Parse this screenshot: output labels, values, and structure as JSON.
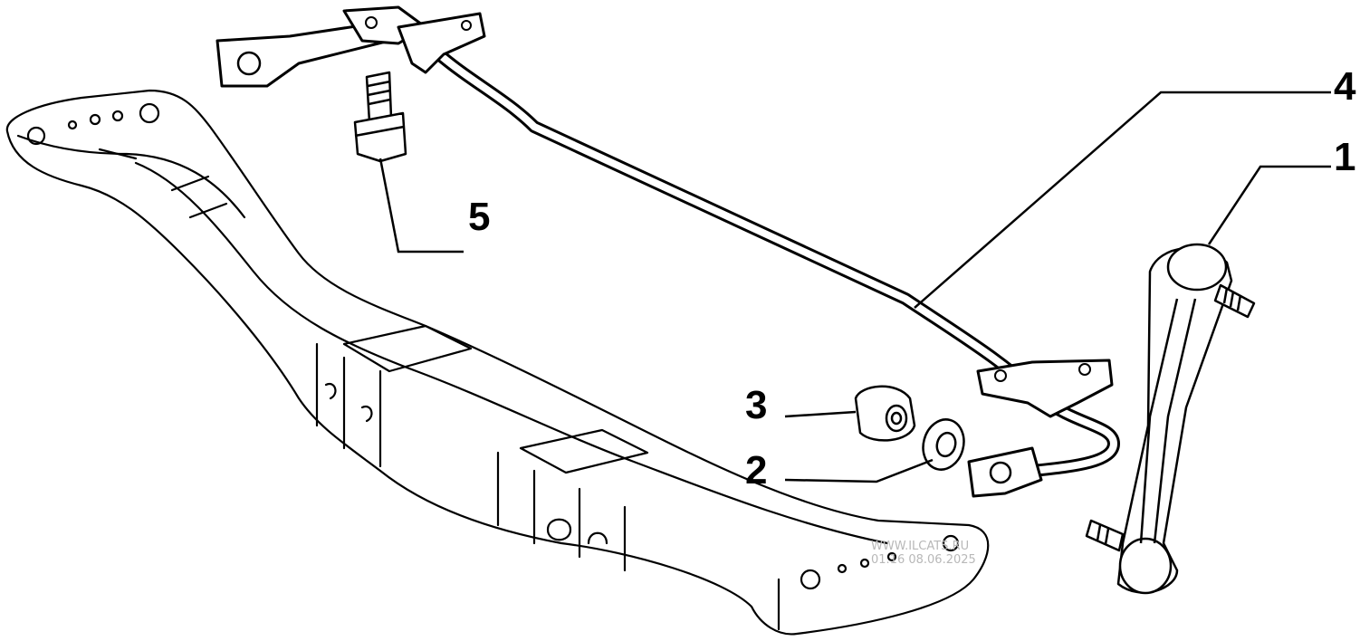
{
  "diagram": {
    "colors": {
      "ink": "#000000",
      "paper": "#ffffff",
      "watermark": "#b8b8b8"
    },
    "parts": [
      {
        "number": "1",
        "part": "stabilizer-link"
      },
      {
        "number": "2",
        "part": "washer"
      },
      {
        "number": "3",
        "part": "nut"
      },
      {
        "number": "4",
        "part": "stabilizer-bar"
      },
      {
        "number": "5",
        "part": "bolt"
      }
    ],
    "watermark": {
      "line1": "WWW.ILCATS.RU",
      "line2": "01.16 08.06.2025"
    }
  }
}
